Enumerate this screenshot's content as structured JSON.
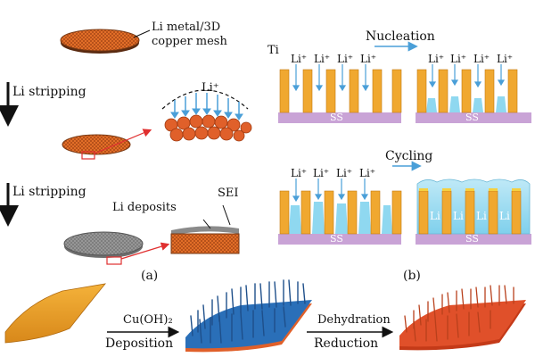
{
  "panel_a": {
    "mesh_label_line1": "Li metal/3D",
    "mesh_label_line2": "copper mesh",
    "step1_label": "Li stripping",
    "step2_label": "Li stripping",
    "li_ion": "Li⁺",
    "deposits_label": "Li deposits",
    "sei_label": "SEI",
    "panel_tag": "(a)"
  },
  "panel_b": {
    "ti_label": "Ti",
    "nucleation_label": "Nucleation",
    "cycling_label": "Cycling",
    "li_ion": "Li⁺",
    "li_label": "Li",
    "ss_label": "SS",
    "panel_tag": "(b)"
  },
  "bottom": {
    "reagent_label": "Cu(OH)₂",
    "deposition_label": "Deposition",
    "dehydration_label": "Dehydration",
    "reduction_label": "Reduction"
  },
  "colors": {
    "copper_orange": "#e8722a",
    "ti_orange": "#f0a830",
    "ss_purple": "#c9a3d6",
    "li_blue": "#8fd8f0",
    "arrow_blue": "#4a9fd8",
    "substrate_yellow": "#f0a020",
    "nanowire_blue": "#2a6fb8",
    "product_red": "#e0502a"
  }
}
